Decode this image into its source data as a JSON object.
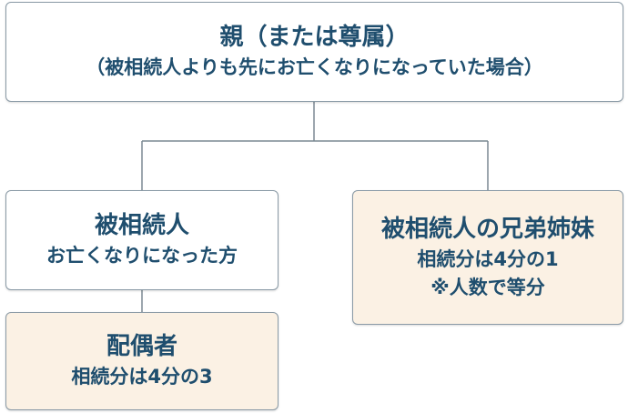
{
  "colors": {
    "text": "#1f4e6e",
    "border": "#8a9aa6",
    "connector": "#7a8892",
    "highlight_fill": "#fbf1e4",
    "plain_fill": "#ffffff"
  },
  "nodes": {
    "parent": {
      "title": "親（または尊属）",
      "subtitle": "（被相続人よりも先にお亡くなりになっていた場合）"
    },
    "deceased": {
      "title": "被相続人",
      "subtitle": "お亡くなりになった方"
    },
    "spouse": {
      "title": "配偶者",
      "share": "相続分は4分の3"
    },
    "siblings": {
      "title": "被相続人の兄弟姉妹",
      "share": "相続分は4分の1",
      "note": "※人数で等分"
    }
  }
}
